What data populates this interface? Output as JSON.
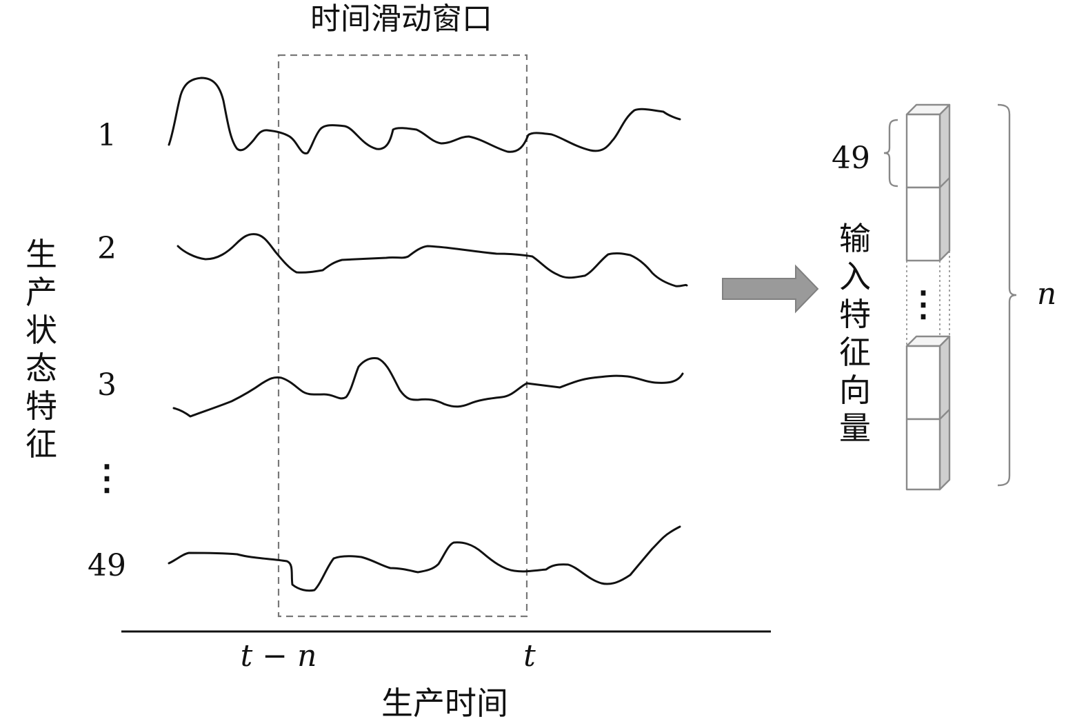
{
  "window_title": "时间滑动窗口",
  "y_axis_label": [
    "生",
    "产",
    "状",
    "态",
    "特",
    "征"
  ],
  "x_axis_label": "生产时间",
  "tick_labels": {
    "start": "t − n",
    "end": "t"
  },
  "series_labels": {
    "s1": "1",
    "s2": "2",
    "s3": "3",
    "ellipsis": "⋮",
    "s49": "49"
  },
  "feature_vector": {
    "label_chars": [
      "输",
      "入",
      "特",
      "征",
      "向",
      "量"
    ],
    "brace_small_label": "49",
    "brace_big_label": "n",
    "ellipsis": "⋮"
  },
  "colors": {
    "line": "#111111",
    "dashed_box": "#777777",
    "arrow": "#9a9a9a",
    "arrow_stroke": "#808080",
    "cube_edge": "#8a8a8a",
    "cube_side": "#cfcfcf",
    "cube_top": "#f4f4f4",
    "brace": "#888888"
  }
}
